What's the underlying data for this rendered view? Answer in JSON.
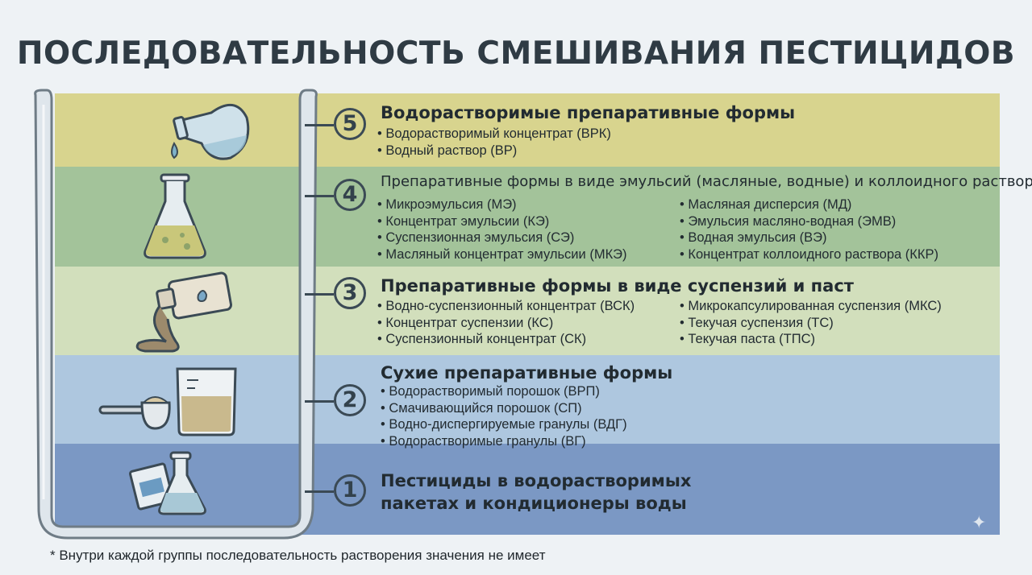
{
  "title": "ПОСЛЕДОВАТЕЛЬНОСТЬ СМЕШИВАНИЯ ПЕСТИЦИДОВ",
  "colors": {
    "band5": "#d8d48e",
    "band4": "#a3c39a",
    "band3": "#d2dfbc",
    "band2": "#aec7df",
    "band1": "#7b98c4",
    "outline": "#3b4a55"
  },
  "steps": [
    {
      "number": "5",
      "heading": "Водорастворимые препаративные формы",
      "icon": "flask-pouring-icon",
      "left_items": [
        "Водорастворимый концентрат (ВРК)",
        "Водный раствор (ВР)"
      ],
      "right_items": []
    },
    {
      "number": "4",
      "heading": "Препаративные формы в виде эмульсий (масляные, водные) и коллоидного раствора",
      "icon": "erlenmeyer-flask-icon",
      "left_items": [
        "Микроэмульсия (МЭ)",
        "Концентрат эмульсии (КЭ)",
        "Суспензионная эмульсия (СЭ)",
        "Масляный концентрат эмульсии (МКЭ)"
      ],
      "right_items": [
        "Масляная дисперсия (МД)",
        "Эмульсия масляно-водная (ЭМВ)",
        "Водная эмульсия (ВЭ)",
        "Концентрат коллоидного раствора (ККР)"
      ]
    },
    {
      "number": "3",
      "heading": "Препаративные формы в виде суспензий и паст",
      "icon": "bottle-pouring-paste-icon",
      "left_items": [
        "Водно-суспензионный концентрат (ВСК)",
        "Концентрат суспензии (КС)",
        "Суспензионный концентрат (СК)"
      ],
      "right_items": [
        "Микрокапсулированная суспензия (МКС)",
        "Текучая суспензия (ТС)",
        "Текучая паста (ТПС)"
      ]
    },
    {
      "number": "2",
      "heading": "Сухие препаративные формы",
      "icon": "powder-scoop-beaker-icon",
      "left_items": [
        "Водорастворимый порошок (ВРП)",
        "Смачивающийся порошок (СП)",
        "Водно-диспергируемые гранулы (ВДГ)",
        "Водорастворимые гранулы (ВГ)"
      ],
      "right_items": []
    },
    {
      "number": "1",
      "heading_lines": [
        "Пестициды в водорастворимых",
        "пакетах и кондиционеры воды"
      ],
      "icon": "packet-and-flask-icon"
    }
  ],
  "footnote": "* Внутри каждой группы последовательность растворения значения не имеет"
}
